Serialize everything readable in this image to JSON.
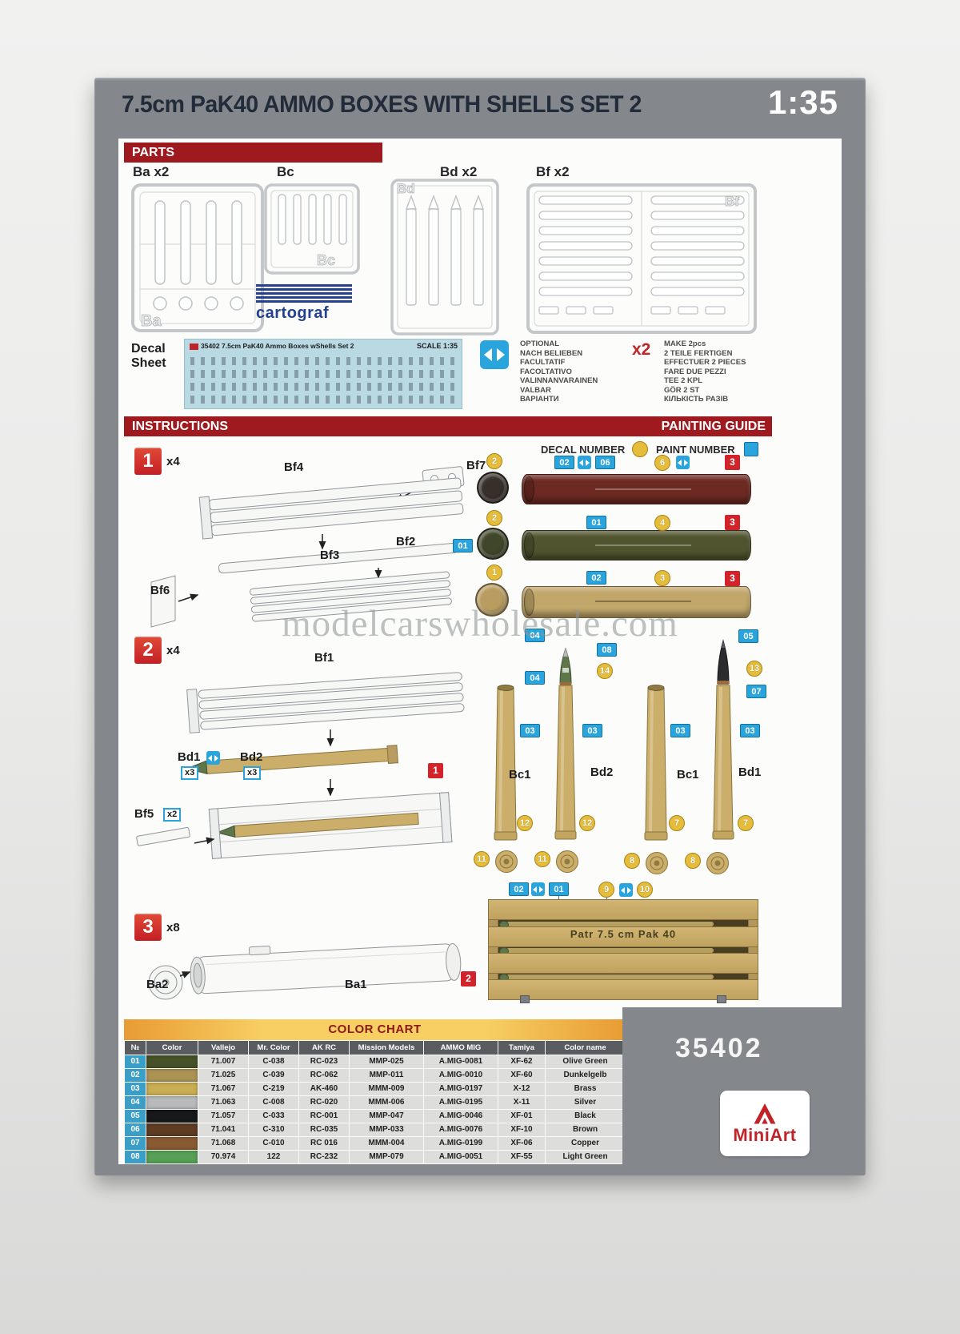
{
  "box": {
    "title": "7.5cm PaK40 AMMO BOXES WITH SHELLS SET 2",
    "scale_badge": "1:35",
    "catalog_number": "35402",
    "brand": "MiniArt"
  },
  "watermark": "modelcarswholesale.com",
  "colors": {
    "accent_red": "#9e1a1f",
    "step_red": "#d2232a",
    "decal_yellow": "#e5bd3b",
    "paint_blue": "#2aa4dd",
    "frame_gray": "#84888c",
    "chart_header_orange": "#f7cf63",
    "tube_red_brown": "#6d2a22",
    "tube_olive": "#51552f",
    "tube_dunkelgelb": "#c2a76a"
  },
  "parts": {
    "header": "PARTS",
    "sprue_labels": [
      "Ba x2",
      "Bc",
      "Bd x2",
      "Bf x2"
    ],
    "sprue_letters": [
      "Ba",
      "Bc",
      "Bd",
      "Bf"
    ],
    "decal_sheet_label": "Decal Sheet",
    "cartograf": "cartograf",
    "decal_sheet_title": "35402 7.5cm PaK40 Ammo Boxes wShells Set 2",
    "decal_sheet_scale": "SCALE 1:35",
    "optional_lines": "OPTIONAL\nNACH BELIEBEN\nFACULTATIF\nFACOLTATIVO\nVALINNANVARAINEN\nVALBAR\nВАРІАНТИ",
    "make_qty": "x2",
    "make_lines": "MAKE 2pcs\n2 TEILE FERTIGEN\nEFFECTUER 2 PIECES\nFARE DUE PEZZI\nTEE 2 KPL\nGÖR 2 ST\nКІЛЬКІСТЬ РАЗІВ"
  },
  "instructions": {
    "header": "INSTRUCTIONS",
    "painting_guide_header": "PAINTING  GUIDE",
    "legend_decal": "DECAL NUMBER",
    "legend_paint": "PAINT NUMBER",
    "steps": [
      {
        "num": "1",
        "qty": "x4"
      },
      {
        "num": "2",
        "qty": "x4"
      },
      {
        "num": "3",
        "qty": "x8"
      }
    ],
    "step1_parts": {
      "bf4": "Bf4",
      "bf7": "Bf7",
      "bf3": "Bf3",
      "bf2": "Bf2",
      "bf6": "Bf6"
    },
    "step2_parts": {
      "bf1": "Bf1",
      "bd1": "Bd1",
      "bd1_qty": "x3",
      "bd2": "Bd2",
      "bd2_qty": "x3",
      "bf5": "Bf5",
      "bf5_qty": "x2",
      "step_ref": "1"
    },
    "step3_parts": {
      "ba1": "Ba1",
      "ba2": "Ba2"
    }
  },
  "painting_guide": {
    "tubes": [
      {
        "cap_decal": "2",
        "paint_a": "02",
        "paint_b": "06",
        "decal": "6",
        "step": "3"
      },
      {
        "cap_decal": "2",
        "cap_paint": "01",
        "paint_a": "01",
        "decal": "4",
        "step": "3"
      },
      {
        "cap_decal": "1",
        "paint_a": "02",
        "decal": "3",
        "step": "3"
      }
    ],
    "shell_top_paints": [
      "04",
      "08",
      "05"
    ],
    "shells": [
      {
        "label": "Bc1",
        "case_paint": "03",
        "case_decal": "12",
        "base_decal": "11"
      },
      {
        "label": "Bd2",
        "tip_paint": "04",
        "proj_decal": "14",
        "case_paint": "03",
        "case_decal": "12",
        "base_decal": "11"
      },
      {
        "label": "Bc1",
        "case_paint": "03",
        "case_decal": "7",
        "base_decal": "8"
      },
      {
        "label": "Bd1",
        "proj_decal": "13",
        "band_paint": "07",
        "case_paint": "03",
        "case_decal": "7",
        "base_decal": "8"
      }
    ],
    "crate": {
      "paint_a": "02",
      "paint_b": "01",
      "decal_a": "9",
      "decal_b": "10",
      "step": "2",
      "stencil": "Patr 7.5 cm  Pak 40"
    }
  },
  "color_chart": {
    "title": "COLOR CHART",
    "columns": [
      "№",
      "Color",
      "Vallejo",
      "Mr. Color",
      "AK RC",
      "Mission Models",
      "AMMO MIG",
      "Tamiya",
      "Color name"
    ],
    "rows": [
      {
        "no": "01",
        "swatch": "#465127",
        "vallejo": "71.007",
        "mr_color": "C-038",
        "ak_rc": "RC-023",
        "mission": "MMP-025",
        "ammo": "A.MIG-0081",
        "tamiya": "XF-62",
        "name": "Olive Green"
      },
      {
        "no": "02",
        "swatch": "#ab9354",
        "vallejo": "71.025",
        "mr_color": "C-039",
        "ak_rc": "RC-062",
        "mission": "MMP-011",
        "ammo": "A.MIG-0010",
        "tamiya": "XF-60",
        "name": "Dunkelgelb"
      },
      {
        "no": "03",
        "swatch": "#c9ad52",
        "vallejo": "71.067",
        "mr_color": "C-219",
        "ak_rc": "AK-460",
        "mission": "MMM-009",
        "ammo": "A.MIG-0197",
        "tamiya": "X-12",
        "name": "Brass"
      },
      {
        "no": "04",
        "swatch": "#b9babb",
        "vallejo": "71.063",
        "mr_color": "C-008",
        "ak_rc": "RC-020",
        "mission": "MMM-006",
        "ammo": "A.MIG-0195",
        "tamiya": "X-11",
        "name": "Silver"
      },
      {
        "no": "05",
        "swatch": "#17181a",
        "vallejo": "71.057",
        "mr_color": "C-033",
        "ak_rc": "RC-001",
        "mission": "MMP-047",
        "ammo": "A.MIG-0046",
        "tamiya": "XF-01",
        "name": "Black"
      },
      {
        "no": "06",
        "swatch": "#5f3c22",
        "vallejo": "71.041",
        "mr_color": "C-310",
        "ak_rc": "RC-035",
        "mission": "MMP-033",
        "ammo": "A.MIG-0076",
        "tamiya": "XF-10",
        "name": "Brown"
      },
      {
        "no": "07",
        "swatch": "#8a5a33",
        "vallejo": "71.068",
        "mr_color": "C-010",
        "ak_rc": "RC 016",
        "mission": "MMM-004",
        "ammo": "A.MIG-0199",
        "tamiya": "XF-06",
        "name": "Copper"
      },
      {
        "no": "08",
        "swatch": "#55a055",
        "vallejo": "70.974",
        "mr_color": "122",
        "ak_rc": "RC-232",
        "mission": "MMP-079",
        "ammo": "A.MIG-0051",
        "tamiya": "XF-55",
        "name": "Light Green"
      }
    ]
  }
}
